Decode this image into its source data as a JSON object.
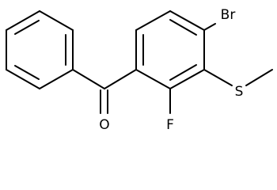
{
  "molecule": {
    "atoms": {
      "oxygen": "O",
      "fluorine": "F",
      "sulfur": "S",
      "bromine": "Br"
    },
    "colors": {
      "bond": "#000000",
      "label": "#000000",
      "background": "#ffffff"
    }
  }
}
